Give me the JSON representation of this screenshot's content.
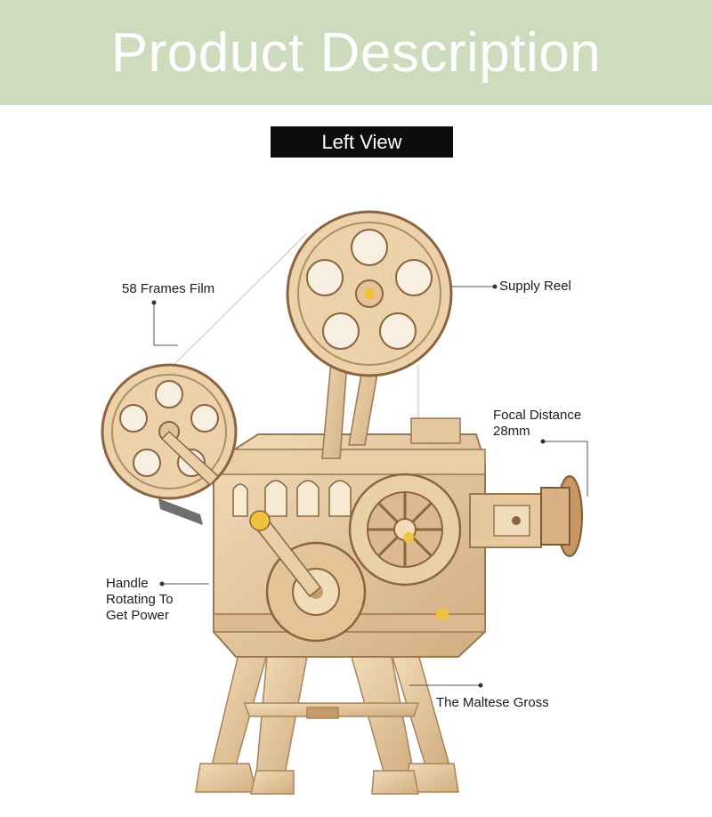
{
  "banner": {
    "title": "Product Description",
    "background": "#cddcbd"
  },
  "view_label": "Left View",
  "callouts": {
    "frames_film": "58 Frames Film",
    "supply_reel": "Supply Reel",
    "focal_line1": "Focal Distance",
    "focal_line2": "28mm",
    "handle_line1": "Handle",
    "handle_line2": "Rotating To",
    "handle_line3": "Get Power",
    "maltese": "The Maltese Gross"
  },
  "colors": {
    "wood_light": "#ecd2ab",
    "wood_mid": "#d9b68a",
    "wood_dark": "#9c7650",
    "accent_yellow": "#f1c33a"
  }
}
